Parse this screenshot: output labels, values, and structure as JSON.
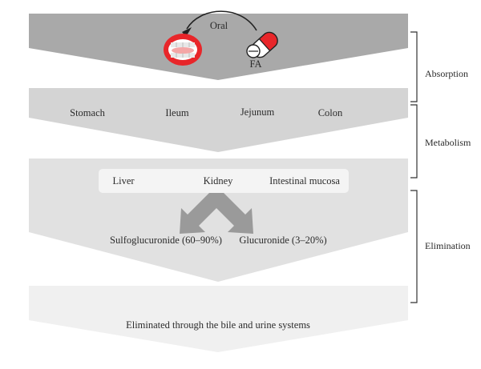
{
  "absorption": {
    "route": "Oral",
    "drug": "FA"
  },
  "metabolism": {
    "sites": [
      "Stomach",
      "Ileum",
      "Jejunum",
      "Colon"
    ]
  },
  "elimination_organs": [
    "Liver",
    "Kidney",
    "Intestinal mucosa"
  ],
  "conjugates": [
    "Sulfoglucuronide (60–90%)",
    "Glucuronide (3–20%)"
  ],
  "final": "Eliminated through the bile and urine systems",
  "phases": [
    "Absorption",
    "Metabolism",
    "Elimination"
  ],
  "colors": {
    "stage1": "#a8a8a8",
    "stage2": "#d4d4d4",
    "stage3": "#e1e1e1",
    "stage4": "#efefef",
    "mouth": "#e8262a",
    "pill_red": "#e8262a"
  }
}
